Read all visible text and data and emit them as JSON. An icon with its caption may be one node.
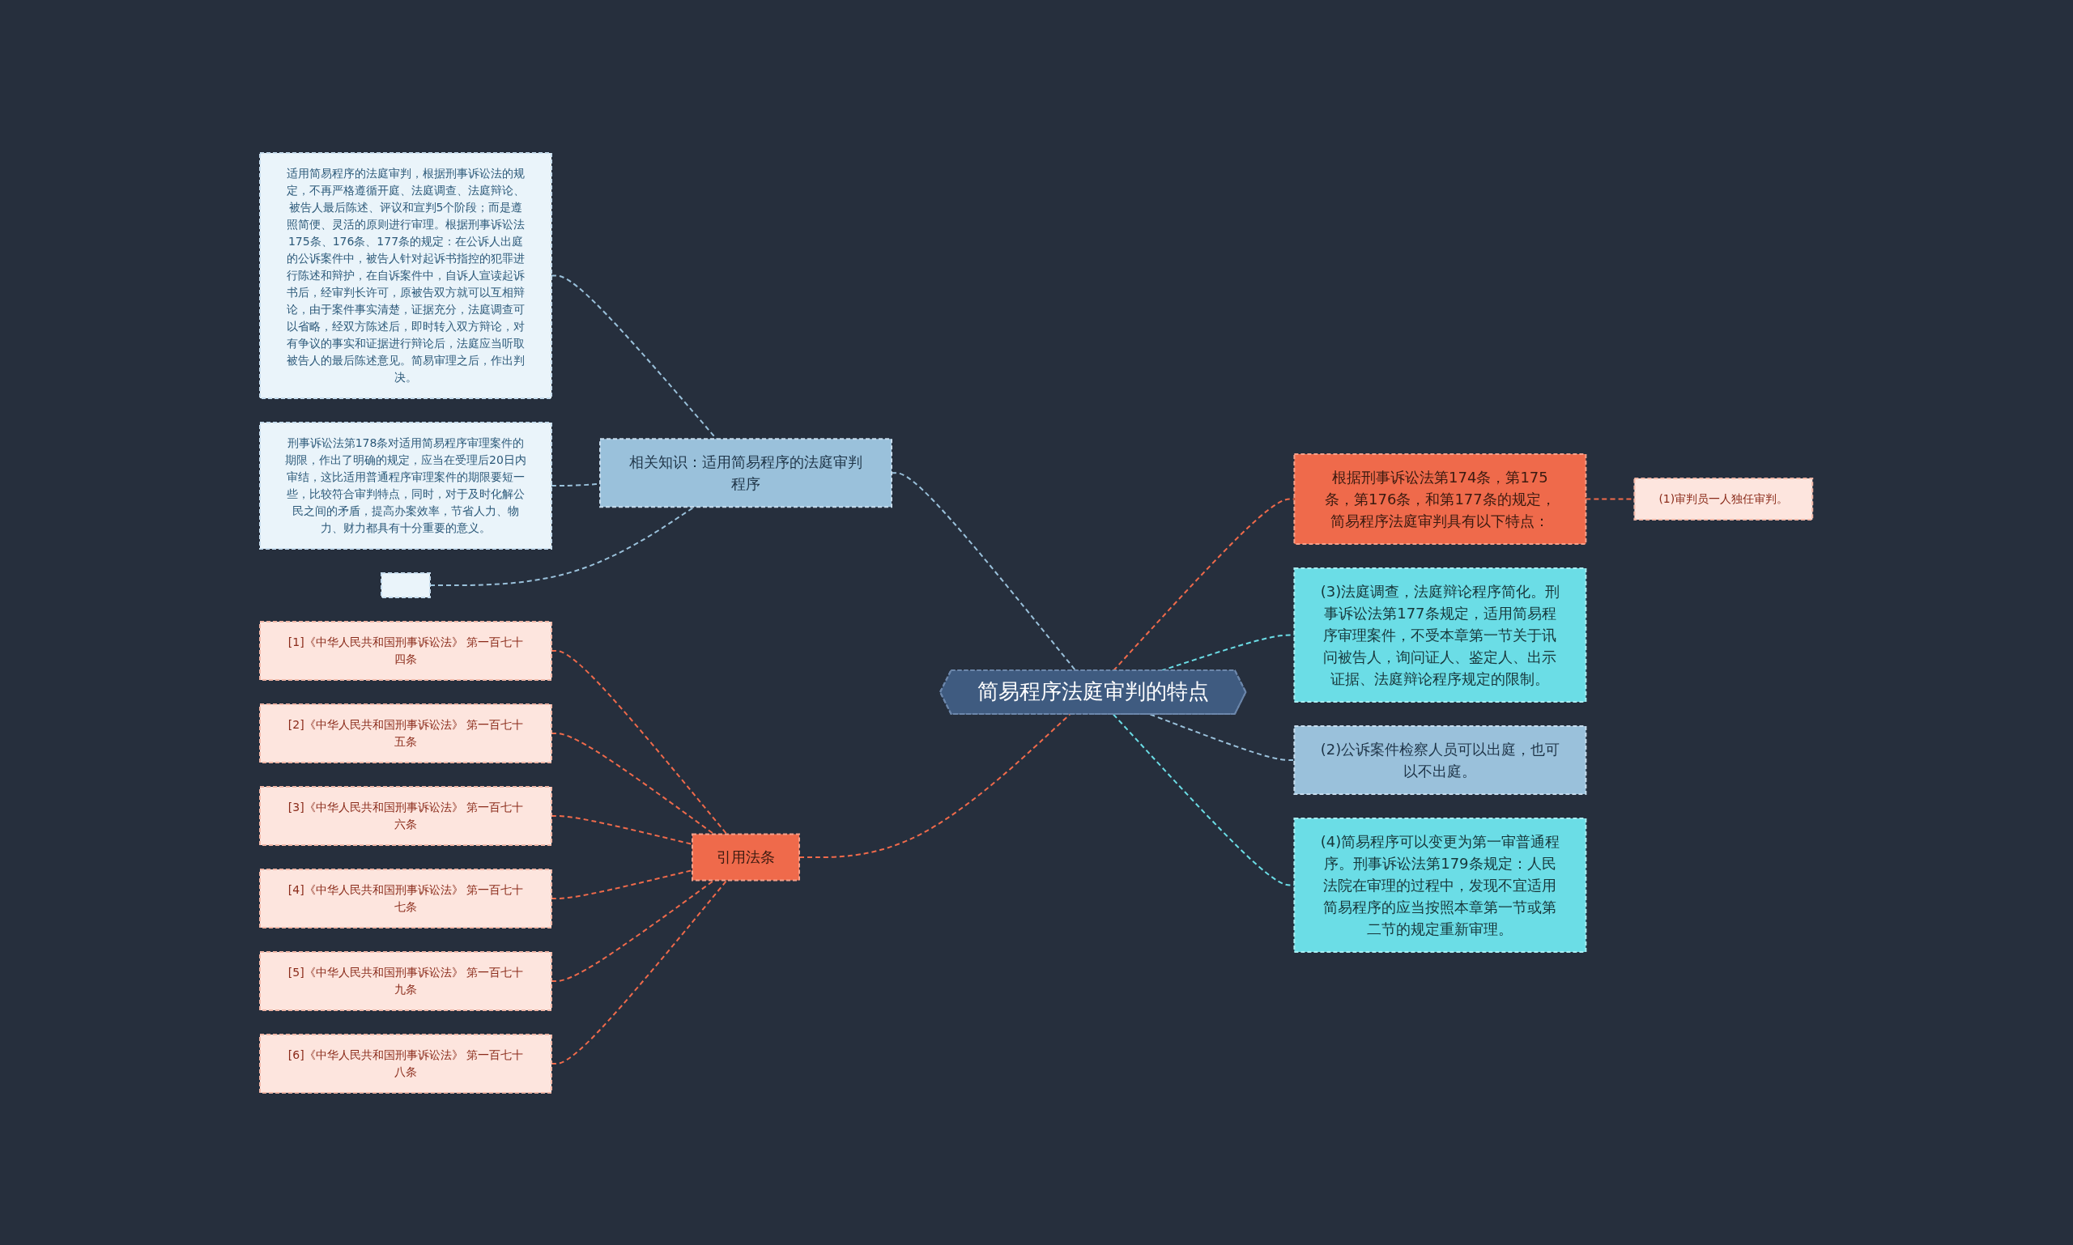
{
  "diagram": {
    "nodes": [
      {
        "text": [
          "简易程序法庭审判的特点"
        ]
      },
      {
        "text": [
          "根据刑事诉讼法第174条，第175条，第176条，和第177条的规定，简易程序法庭审判具有以下特点："
        ]
      },
      {
        "text": [
          "(1)审判员一人独任审判。"
        ]
      },
      {
        "text": [
          "(3)法庭调查，法庭辩论程序简化。刑事诉讼法第177条规定，适用简易程序审理案件，不受本章第一节关于讯问被告人，询问证人、鉴定人、出示证据、法庭辩论程序规定的限制。"
        ]
      },
      {
        "text": [
          "相关知识：适用简易程序的法庭审判程序"
        ]
      },
      {
        "text": [
          "适用简易程序的法庭审判，根据刑事诉讼法的规定，不再严格遵循开庭、法庭调查、法庭辩论、被告人最后陈述、评议和宣判5个阶段；而是遵照简便、灵活的原则进行审理。根据刑事诉讼法175条、176条、177条的规定：在公诉人出庭的公诉案件中，被告人针对起诉书指控的犯罪进行陈述和辩护，在自诉案件中，自诉人宣读起诉书后，经审判长许可，原被告双方就可以互相辩论，由于案件事实清楚，证据充分，法庭调查可以省略，经双方陈述后，即时转入双方辩论，对有争议的事实和证据进行辩论后，法庭应当听取被告人的最后陈述意见。简易审理之后，作出判决。"
        ]
      },
      {
        "text": [
          "刑事诉讼法第178条对适用简易程序审理案件的期限，作出了明确的规定，应当在受理后20日内审结，这比适用普通程序审理案件的期限要短一些，比较符合审判特点，同时，对于及时化解公民之间的矛盾，提高办案效率，节省人力、物力、财力都具有十分重要的意义。"
        ]
      },
      {
        "text": [],
        "shape": "box"
      },
      {
        "text": [
          "(2)公诉案件检察人员可以出庭，也可以不出庭。"
        ]
      },
      {
        "text": [
          "(4)简易程序可以变更为第一审普通程序。刑事诉讼法第179条规定：人民法院在审理的过程中，发现不宜适用简易程序的应当按照本章第一节或第二节的规定重新审理。"
        ]
      },
      {
        "text": [
          "引用法条"
        ]
      },
      {
        "text": [
          "[1]《中华人民共和国刑事诉讼法》 第一百七十四条"
        ]
      },
      {
        "text": [
          "[2]《中华人民共和国刑事诉讼法》 第一百七十五条"
        ]
      },
      {
        "text": [
          "[3]《中华人民共和国刑事诉讼法》 第一百七十六条"
        ]
      },
      {
        "text": [
          "[4]《中华人民共和国刑事诉讼法》 第一百七十七条"
        ]
      },
      {
        "text": [
          "[5]《中华人民共和国刑事诉讼法》 第一百七十九条"
        ]
      },
      {
        "text": [
          "[6]《中华人民共和国刑事诉讼法》 第一百七十八条"
        ]
      }
    ],
    "edges": [
      {
        "from": 0,
        "to": 1,
        "arrow": "none",
        "style": "dashed"
      },
      {
        "from": 1,
        "to": 2,
        "arrow": "none",
        "style": "dashed"
      },
      {
        "from": 0,
        "to": 3,
        "arrow": "none",
        "style": "dashed",
        "color": "#6bdde6"
      },
      {
        "from": 0,
        "to": 4,
        "arrow": "none",
        "style": "dashed",
        "color": "#9ac1db"
      },
      {
        "from": 4,
        "to": 5,
        "arrow": "none",
        "style": "dashed",
        "color": "#9ac1db"
      },
      {
        "from": 4,
        "to": 6,
        "arrow": "none",
        "style": "dashed",
        "color": "#9ac1db"
      },
      {
        "from": 4,
        "to": 7,
        "arrow": "none",
        "style": "dashed",
        "color": "#9ac1db"
      },
      {
        "from": 0,
        "to": 8,
        "arrow": "none",
        "style": "dashed",
        "color": "#9ac1db"
      },
      {
        "from": 0,
        "to": 9,
        "arrow": "none",
        "style": "dashed",
        "color": "#6bdde6"
      },
      {
        "from": 0,
        "to": 10,
        "arrow": "none",
        "style": "dashed"
      },
      {
        "from": 10,
        "to": 11,
        "arrow": "none",
        "style": "dashed"
      },
      {
        "from": 10,
        "to": 12,
        "arrow": "none",
        "style": "dashed"
      },
      {
        "from": 10,
        "to": 13,
        "arrow": "none",
        "style": "dashed"
      },
      {
        "from": 10,
        "to": 14,
        "arrow": "none",
        "style": "dashed"
      },
      {
        "from": 10,
        "to": 15,
        "arrow": "none",
        "style": "dashed"
      },
      {
        "from": 10,
        "to": 16,
        "arrow": "none",
        "style": "dashed"
      }
    ]
  }
}
